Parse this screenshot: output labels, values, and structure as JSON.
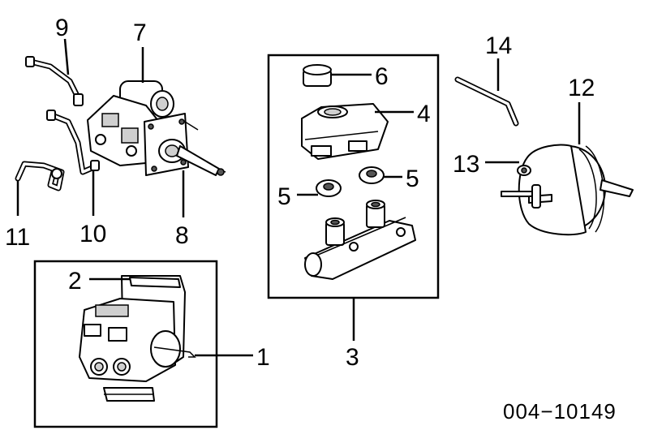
{
  "callouts": {
    "n1": "1",
    "n2": "2",
    "n3": "3",
    "n4": "4",
    "n5a": "5",
    "n5b": "5",
    "n6": "6",
    "n7": "7",
    "n8": "8",
    "n9": "9",
    "n10": "10",
    "n11": "11",
    "n12": "12",
    "n13": "13",
    "n14": "14"
  },
  "reference_code": "004−10149"
}
